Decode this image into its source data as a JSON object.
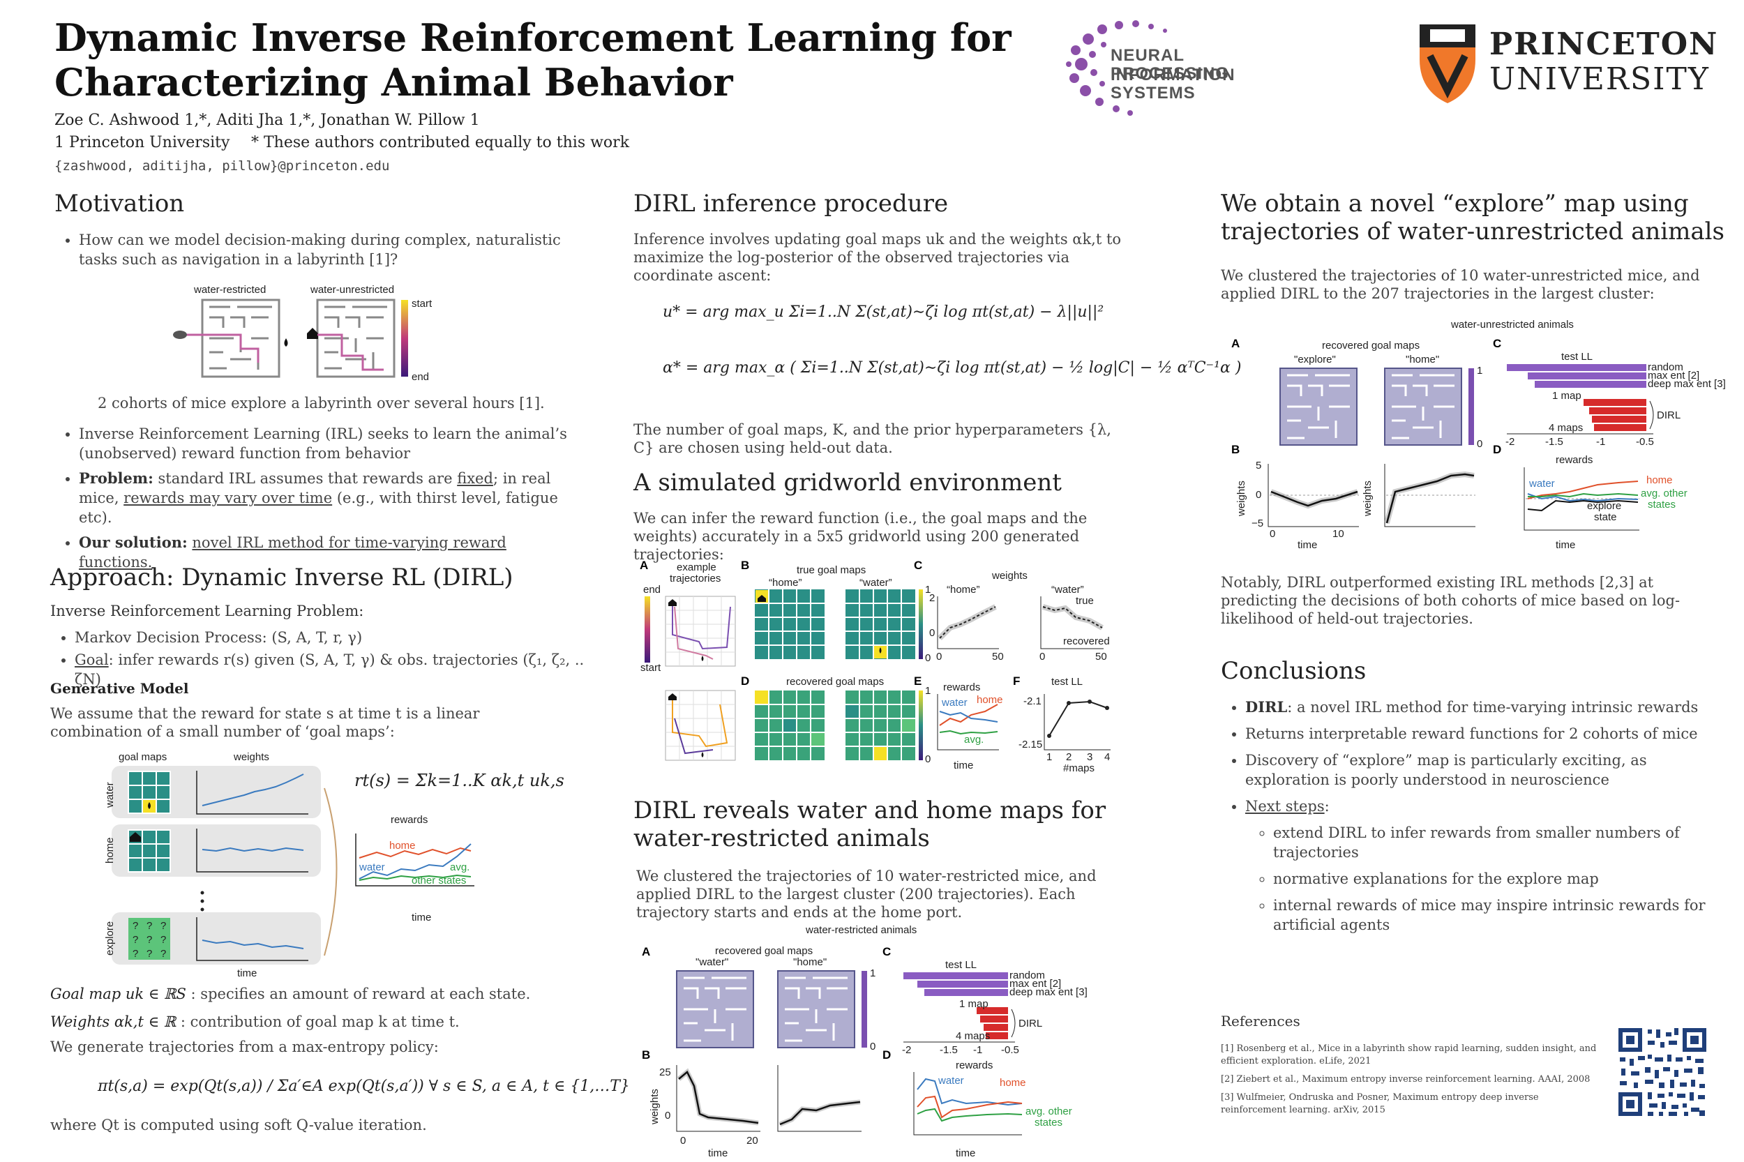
{
  "header": {
    "title_line1": "Dynamic Inverse Reinforcement Learning for",
    "title_line2": "Characterizing Animal Behavior",
    "authors": "Zoe C. Ashwood 1,*, Aditi Jha 1,*, Jonathan W. Pillow 1",
    "affiliation": "1 Princeton University",
    "equal_note": "* These authors contributed equally to this work",
    "emails": "{zashwood, aditijha, pillow}@princeton.edu",
    "logo_neurips_line1": "NEURAL INFORMATION",
    "logo_neurips_line2": "PROCESSING SYSTEMS",
    "logo_princeton_line1": "PRINCETON",
    "logo_princeton_line2": "UNIVERSITY"
  },
  "motivation": {
    "heading": "Motivation",
    "bullet1": "How can we model decision-making during complex, naturalistic tasks such as navigation in a labyrinth [1]?",
    "fig_label_left": "water-restricted",
    "fig_label_right": "water-unrestricted",
    "fig_start": "start",
    "fig_end": "end",
    "caption": "2 cohorts of mice explore a labyrinth over several hours [1].",
    "bullet2": "Inverse Reinforcement Learning (IRL) seeks to learn the animal’s (unobserved) reward function from behavior",
    "bullet3_bold": "Problem:",
    "bullet3_a": " standard IRL assumes that rewards are ",
    "bullet3_fixed": "fixed",
    "bullet3_b": "; in real mice, ",
    "bullet3_vary": "rewards may vary over time",
    "bullet3_c": " (e.g., with thirst level, fatigue etc).",
    "bullet4_bold": "Our solution:",
    "bullet4_link": "novel IRL method for time-varying reward functions."
  },
  "approach": {
    "heading": "Approach: Dynamic Inverse RL (DIRL)",
    "irl_problem": "Inverse Reinforcement Learning Problem:",
    "mdp": "Markov Decision Process: (S, A, T, r, γ)",
    "goal_label": "Goal",
    "goal_text": ": infer rewards r(s) given (S, A, T, γ)  & obs. trajectories (ζ₁, ζ₂, .. ζN)",
    "gen_model": "Generative Model",
    "assume": "We assume that the reward for state s at time t is a linear combination of a small number of ‘goal maps’:",
    "fig_goal_maps": "goal maps",
    "fig_weights": "weights",
    "fig_water": "water",
    "fig_home": "home",
    "fig_explore": "explore",
    "fig_time": "time",
    "fig_rewards": "rewards",
    "fig_home_c": "home",
    "fig_water_c": "water",
    "fig_avg": "avg.",
    "fig_other": "other states",
    "fig_time2": "time",
    "q": "?",
    "eq_reward": "rt(s) = Σk=1..K αk,t uk,s",
    "goalmap_sym": "Goal map  uk ∈ ℝS",
    "goalmap_text": " : specifies an amount of reward at each state.",
    "weights_sym": "Weights  αk,t ∈ ℝ",
    "weights_text": " : contribution of goal map k at time t.",
    "generate": "We generate trajectories from a max-entropy policy:",
    "eq_policy": "πt(s,a) = exp(Qt(s,a)) / Σa′∈A exp(Qt(s,a′))   ∀ s ∈ S, a ∈ A, t ∈ {1,…T}",
    "where": "where Qt is computed using soft Q-value iteration."
  },
  "inference": {
    "heading": "DIRL inference procedure",
    "intro": "Inference involves updating goal maps uk and the weights αk,t to maximize the log-posterior of the observed trajectories via coordinate ascent:",
    "eq1": "u* = arg max_u Σi=1..N Σ(st,at)∼ζi log πt(st,at) − λ||u||²",
    "eq2": "α* = arg max_α ( Σi=1..N Σ(st,at)∼ζi log πt(st,at) − ½ log|C| − ½ αᵀC⁻¹α )",
    "after": "The number of goal maps, K,  and the prior hyperparameters {λ, C} are chosen using held-out data."
  },
  "gridworld": {
    "heading": "A simulated gridworld environment",
    "intro": "We can infer the reward function (i.e., the goal maps and the weights) accurately in a 5x5 gridworld using 200 generated trajectories:",
    "A": "A",
    "B": "B",
    "C": "C",
    "D": "D",
    "E": "E",
    "F": "F",
    "example": "example",
    "trajectories": "trajectories",
    "end": "end",
    "start": "start",
    "true_goal_maps": "true goal maps",
    "home_q": "“home”",
    "water_q": "“water”",
    "weights": "weights",
    "true": "true",
    "recovered": "recovered",
    "recovered_goal_maps": "recovered goal maps",
    "rewards": "rewards",
    "water": "water",
    "home": "home",
    "avg": "avg.",
    "test_ll": "test LL",
    "maps": "#maps",
    "time": "time",
    "y_21": "-2.1",
    "y_215": "-2.15",
    "x_labels": [
      "1",
      "2",
      "3",
      "4"
    ],
    "t0": "0",
    "t50": "50",
    "v2": "2",
    "v0": "0",
    "v1": "1"
  },
  "restricted": {
    "heading_line1": "DIRL reveals water and home maps for",
    "heading_line2": "water-restricted animals",
    "intro": "We clustered the trajectories of 10 water-restricted mice, and applied DIRL to the largest cluster (200 trajectories). Each trajectory starts and ends at the home port.",
    "fig_title": "water-restricted animals",
    "recovered_goal_maps": "recovered goal maps",
    "water_q": "\"water\"",
    "home_q": "\"home\"",
    "test_ll": "test LL",
    "random": "random",
    "maxent": "max ent [2]",
    "deepmaxent": "deep max ent [3]",
    "one_map": "1 map",
    "four_maps": "4 maps",
    "dirl": "DIRL",
    "weights": "weights",
    "time": "time",
    "rewards": "rewards",
    "water": "water",
    "home": "home",
    "avg_other": "avg. other",
    "states": "states",
    "A": "A",
    "B": "B",
    "C": "C",
    "D": "D",
    "x_ticks": [
      "-2",
      "-1.5",
      "-1",
      "-0.5"
    ],
    "w_ticks": [
      "25",
      "0"
    ],
    "t_ticks": [
      "0",
      "20"
    ],
    "cb1": "1",
    "cb0": "0"
  },
  "unrestricted": {
    "heading_line1": "We obtain a novel “explore” map using",
    "heading_line2": "trajectories of water-unrestricted animals",
    "intro": "We clustered the trajectories of 10 water-unrestricted mice, and applied DIRL to the 207 trajectories in the largest cluster:",
    "fig_title": "water-unrestricted animals",
    "recovered_goal_maps": "recovered goal maps",
    "explore_q": "\"explore\"",
    "home_q": "\"home\"",
    "test_ll": "test LL",
    "random": "random",
    "maxent": "max ent [2]",
    "deepmaxent": "deep max ent [3]",
    "one_map": "1 map",
    "four_maps": "4 maps",
    "dirl": "DIRL",
    "weights": "weights",
    "time": "time",
    "rewards": "rewards",
    "water": "water",
    "home": "home",
    "avg_other": "avg. other",
    "states": "states",
    "explore": "explore",
    "state": "state",
    "A": "A",
    "B": "B",
    "C": "C",
    "D": "D",
    "x_ticks": [
      "-2",
      "-1.5",
      "-1",
      "-0.5"
    ],
    "w_ticks": [
      "5",
      "0",
      "−5"
    ],
    "t_ticks": [
      "0",
      "10"
    ],
    "cb1": "1",
    "cb0": "0",
    "after": "Notably, DIRL outperformed existing IRL methods [2,3] at predicting the decisions of both cohorts of mice based on log-likelihood of held-out trajectories."
  },
  "conclusions": {
    "heading": "Conclusions",
    "c1_bold": "DIRL",
    "c1": ": a novel IRL method for time-varying intrinsic rewards",
    "c2": "Returns interpretable reward functions for 2 cohorts of mice",
    "c3": "Discovery of “explore” map is particularly exciting, as exploration is poorly understood in neuroscience",
    "c4_link": "Next steps",
    "c4_colon": ":",
    "s1": "extend DIRL to  infer rewards from smaller numbers of trajectories",
    "s2": "normative explanations for the explore map",
    "s3": "internal rewards of mice may inspire intrinsic rewards for artificial agents"
  },
  "references": {
    "heading": "References",
    "r1": "[1] Rosenberg et al., Mice in a labyrinth show rapid learning, sudden insight, and efficient exploration. eLife, 2021",
    "r2": "[2] Ziebert et al., Maximum entropy inverse reinforcement learning. AAAI, 2008",
    "r3": "[3] Wulfmeier, Ondruska and Posner, Maximum entropy deep inverse reinforcement learning. arXiv, 2015"
  },
  "colors": {
    "water_blue": "#3a7abf",
    "home_red": "#e0502a",
    "other_green": "#2ea043",
    "teal": "#2a8f86",
    "purple": "#7a4fb0",
    "bar_red": "#d62b2b",
    "bar_purple": "#8a5cc2",
    "neurips": "#8b4fa8",
    "princeton": "#f0782a"
  }
}
